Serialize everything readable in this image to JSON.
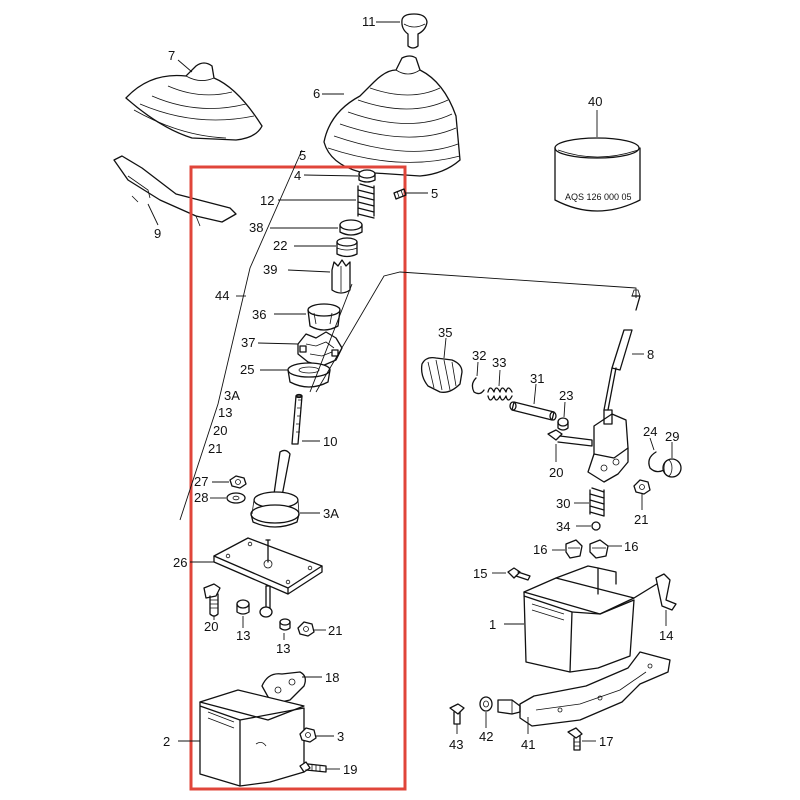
{
  "colors": {
    "highlight": "#e0453a",
    "ink": "#111111",
    "background": "#ffffff"
  },
  "labels": {
    "l11": "11",
    "l7": "7",
    "l6": "6",
    "l40": "40",
    "l9": "9",
    "l5a": "5",
    "l4": "4",
    "l5b": "5",
    "l12": "12",
    "l38": "38",
    "l22": "22",
    "l39": "39",
    "l44": "44",
    "l36": "36",
    "l37": "37",
    "l25": "25",
    "l3A": "3A",
    "l13a": "13",
    "l20a": "20",
    "l21a": "21",
    "l10": "10",
    "l27": "27",
    "l28": "28",
    "l3Ab": "3A",
    "l26": "26",
    "l20b": "20",
    "l13b": "13",
    "l13c": "13",
    "l21b": "21",
    "l18": "18",
    "l2": "2",
    "l3": "3",
    "l19": "19",
    "l35": "35",
    "l32": "32",
    "l33": "33",
    "l31": "31",
    "l23": "23",
    "l8": "8",
    "l24": "24",
    "l29": "29",
    "l20c": "20",
    "l30": "30",
    "l21c": "21",
    "l34": "34",
    "l16a": "16",
    "l16b": "16",
    "l15": "15",
    "l1": "1",
    "l14": "14",
    "l43": "43",
    "l42": "42",
    "l41": "41",
    "l17": "17"
  },
  "stamp": "AQS 126 000 05"
}
